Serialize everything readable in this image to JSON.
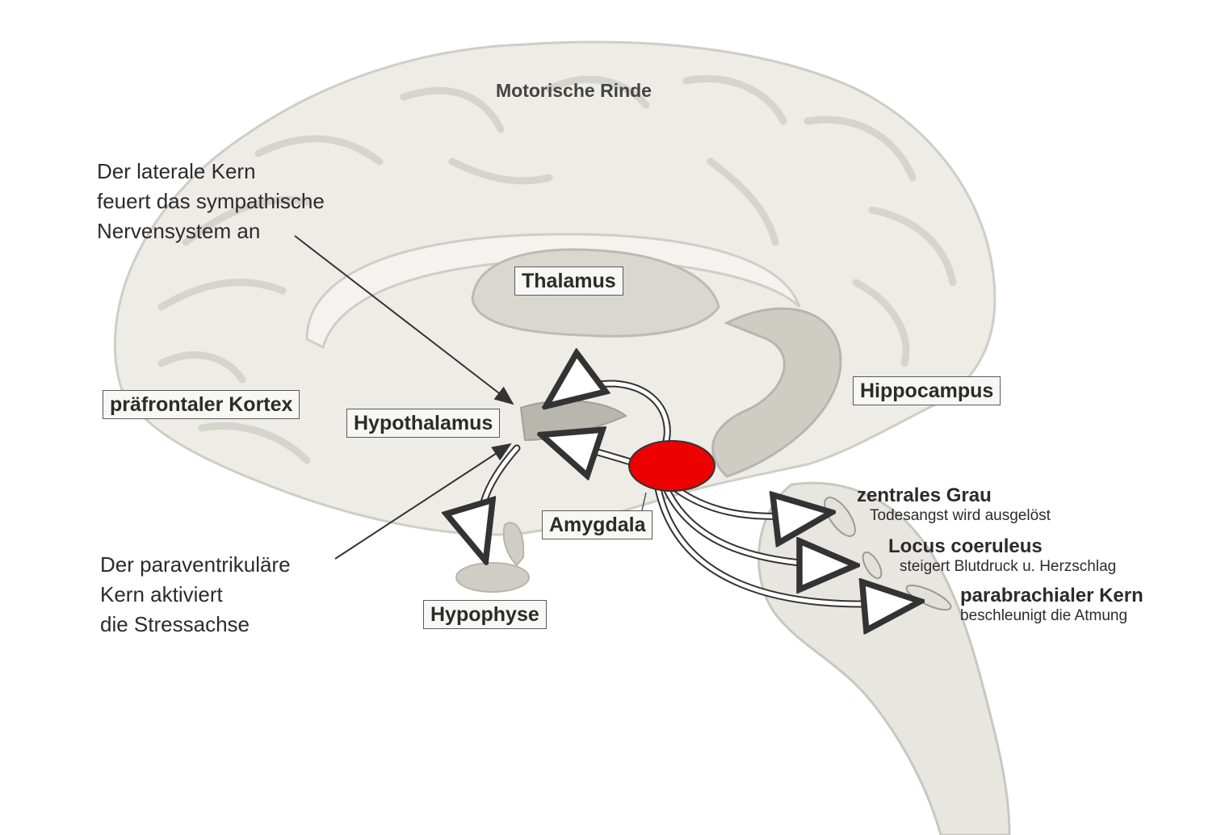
{
  "labels": {
    "motor_cortex": "Motorische Rinde",
    "thalamus": "Thalamus",
    "prefrontal_cortex": "präfrontaler Kortex",
    "hypothalamus": "Hypothalamus",
    "hippocampus": "Hippocampus",
    "amygdala": "Amygdala",
    "hypophysis": "Hypophyse"
  },
  "annotations": {
    "lateral_nucleus": [
      "Der laterale Kern",
      "feuert das sympathische",
      "Nervensystem an"
    ],
    "paraventricular_nucleus": [
      "Der paraventrikuläre",
      "Kern aktiviert",
      "die Stressachse"
    ]
  },
  "targets": [
    {
      "name": "zentrales Grau",
      "effect": "Todesangst wird ausgelöst"
    },
    {
      "name": "Locus coeruleus",
      "effect": "steigert Blutdruck u. Herzschlag"
    },
    {
      "name": "parabrachialer Kern",
      "effect": "beschleunigt die Atmung"
    }
  ],
  "colors": {
    "highlight": "#ee0000",
    "brain_fill": "#ecebe6",
    "brain_stroke": "#c9c7c0",
    "deep_structure": "#c9c6bd"
  }
}
